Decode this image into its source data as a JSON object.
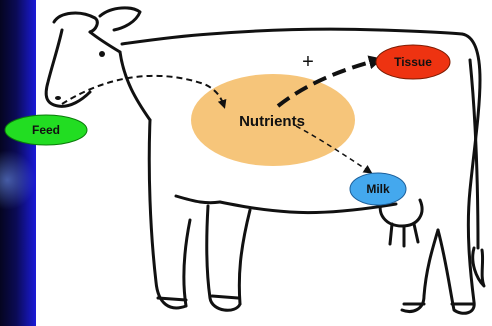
{
  "nodes": {
    "feed": {
      "label": "Feed",
      "color": "#22dd22"
    },
    "nutrients": {
      "label": "Nutrients",
      "color": "#f6c57a"
    },
    "tissue": {
      "label": "Tissue",
      "color": "#ee3311"
    },
    "milk": {
      "label": "Milk",
      "color": "#44a8ee"
    }
  },
  "annotations": {
    "plus": "+"
  },
  "colors": {
    "side_strip": "#0b0b55",
    "outline": "#111111"
  }
}
